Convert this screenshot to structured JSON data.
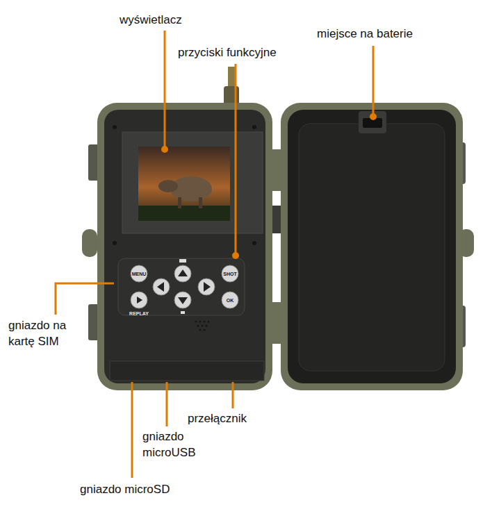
{
  "diagram": {
    "labels": [
      "wyświetlacz",
      "przyciski funkcyjne",
      "miejsce na baterie",
      "gniazdo na kartę SIM",
      "przełącznik",
      "gniazdo microUSB",
      "gniazdo microSD",
      "MENU",
      "SHOT",
      "OK",
      "REPLAY"
    ]
  }
}
